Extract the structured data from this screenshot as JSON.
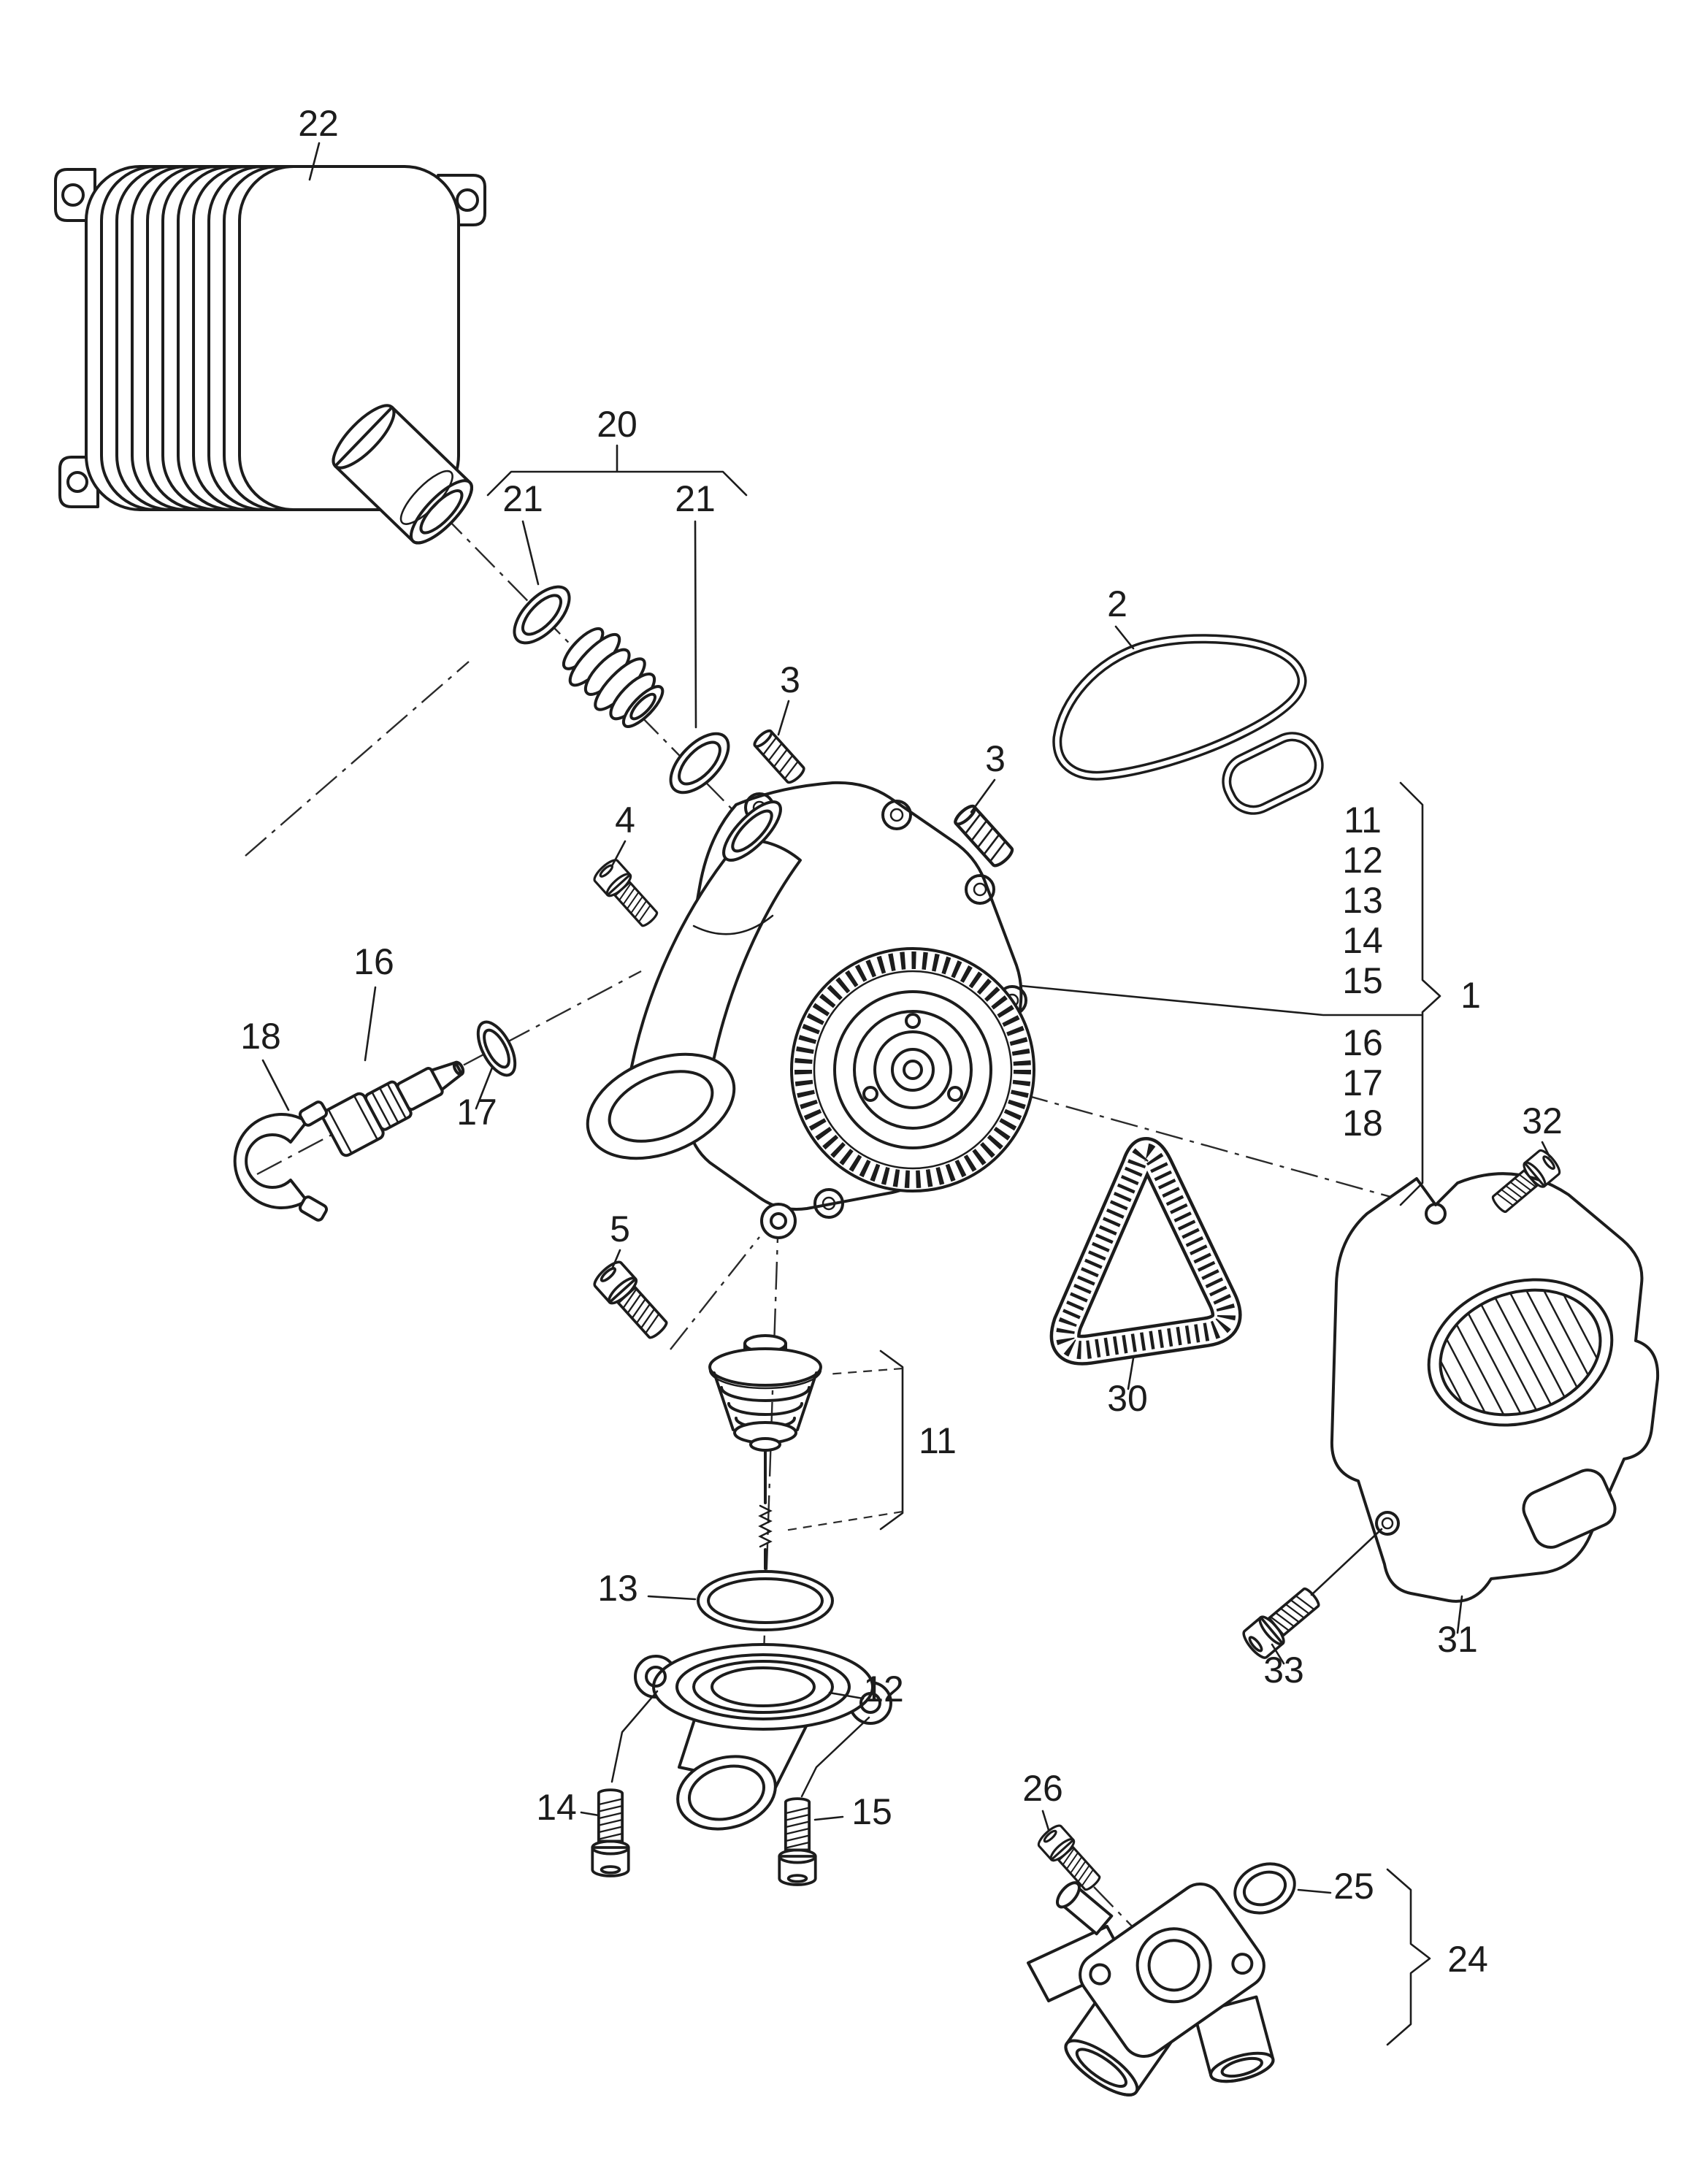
{
  "document": {
    "type": "exploded-parts-diagram",
    "subject": "coolant pump with thermostat, oil cooler, belt and covers",
    "background_color": "#ffffff",
    "line_color": "#1c1c1c"
  },
  "labels": {
    "part1": "1",
    "part2": "2",
    "part3": "3",
    "part4": "4",
    "part5": "5",
    "part11": "11",
    "part12": "12",
    "part13": "13",
    "part14": "14",
    "part15": "15",
    "part16": "16",
    "part17": "17",
    "part18": "18",
    "part20": "20",
    "part21": "21",
    "part22": "22",
    "part24": "24",
    "part25": "25",
    "part26": "26",
    "part30": "30",
    "part31": "31",
    "part32": "32",
    "part33": "33"
  },
  "callout_list": {
    "items": [
      "11",
      "12",
      "13",
      "14",
      "15",
      "16",
      "17",
      "18"
    ],
    "assembly_label": "1"
  }
}
